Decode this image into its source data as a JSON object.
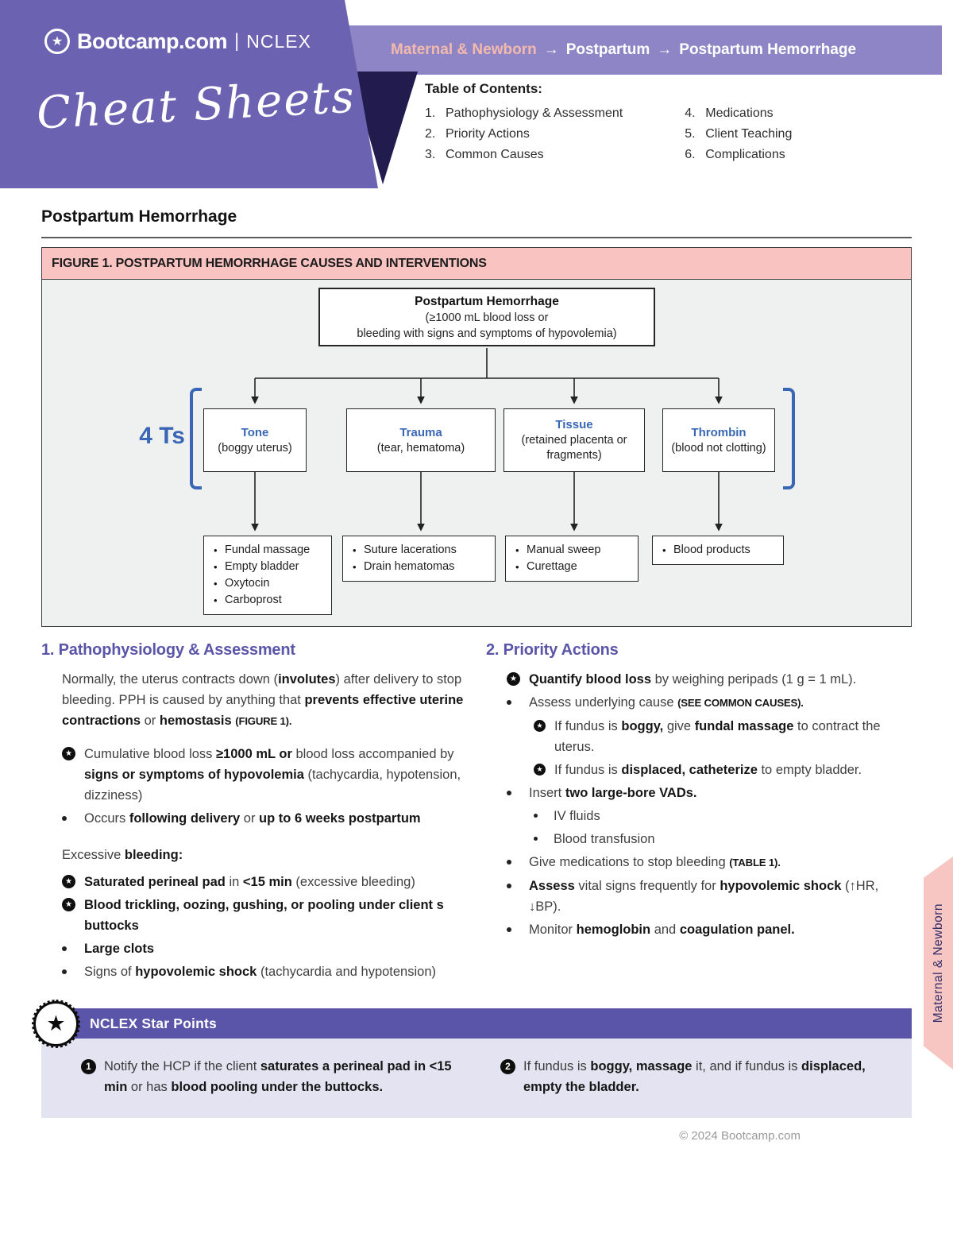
{
  "header": {
    "brand": "Bootcamp.com",
    "brand_divider": "|",
    "brand_suffix": "NCLEX",
    "script_title": "Cheat Sheets",
    "breadcrumb": {
      "root": "Maternal & Newborn",
      "arrow": "→",
      "mid": "Postpartum",
      "leaf": "Postpartum Hemorrhage"
    },
    "toc": {
      "title": "Table of Contents:",
      "col1": [
        {
          "num": "1.",
          "label": "Pathophysiology & Assessment"
        },
        {
          "num": "2.",
          "label": "Priority Actions"
        },
        {
          "num": "3.",
          "label": "Common Causes"
        }
      ],
      "col2": [
        {
          "num": "4.",
          "label": "Medications"
        },
        {
          "num": "5.",
          "label": "Client Teaching"
        },
        {
          "num": "6.",
          "label": "Complications"
        }
      ]
    }
  },
  "page": {
    "title": "Postpartum Hemorrhage"
  },
  "figure": {
    "caption": "FIGURE 1. POSTPARTUM HEMORRHAGE CAUSES AND INTERVENTIONS",
    "root": {
      "title": "Postpartum Hemorrhage",
      "line1": "(≥1000 mL blood loss or",
      "line2": "bleeding with signs and symptoms of hypovolemia)"
    },
    "group_label": "4 Ts",
    "causes": [
      {
        "name": "Tone",
        "desc": "(boggy uterus)",
        "interventions": [
          "Fundal massage",
          "Empty bladder",
          "Oxytocin",
          "Carboprost"
        ]
      },
      {
        "name": "Trauma",
        "desc": "(tear, hematoma)",
        "interventions": [
          "Suture lacerations",
          "Drain hematomas"
        ]
      },
      {
        "name": "Tissue",
        "desc": "(retained placenta or fragments)",
        "interventions": [
          "Manual sweep",
          "Curettage"
        ]
      },
      {
        "name": "Thrombin",
        "desc": "(blood not clotting)",
        "interventions": [
          "Blood products"
        ]
      }
    ]
  },
  "sections": {
    "s1": {
      "heading": "1. Pathophysiology & Assessment",
      "intro": [
        {
          "t": "Normally, the uterus contracts down ("
        },
        {
          "t": "involutes",
          "s": "b"
        },
        {
          "t": ") after delivery to stop bleeding. PPH is caused by anything that "
        },
        {
          "t": "prevents effective uterine contractions",
          "s": "b"
        },
        {
          "t": " or "
        },
        {
          "t": "hemostasis",
          "s": "b"
        },
        {
          "t": " "
        },
        {
          "t": "(FIGURE 1).",
          "s": "caps"
        }
      ],
      "bullets_a": [
        {
          "bullet": "star",
          "segments": [
            {
              "t": "Cumulative blood loss "
            },
            {
              "t": "≥1000 mL or",
              "s": "b"
            },
            {
              "t": " blood loss accompanied by "
            },
            {
              "t": "signs or symptoms of hypovolemia",
              "s": "b"
            },
            {
              "t": " (tachycardia, hypotension, dizziness)"
            }
          ]
        },
        {
          "bullet": "dot",
          "segments": [
            {
              "t": "Occurs "
            },
            {
              "t": "following delivery",
              "s": "b"
            },
            {
              "t": " or "
            },
            {
              "t": "up to 6 weeks postpartum",
              "s": "b"
            }
          ]
        }
      ],
      "subhead": [
        {
          "t": "Excessive "
        },
        {
          "t": "bleeding:",
          "s": "b"
        }
      ],
      "bullets_b": [
        {
          "bullet": "star",
          "segments": [
            {
              "t": "Saturated perineal pad",
              "s": "b"
            },
            {
              "t": " in "
            },
            {
              "t": "<15 min",
              "s": "b"
            },
            {
              "t": " (excessive bleeding)"
            }
          ]
        },
        {
          "bullet": "star",
          "segments": [
            {
              "t": "Blood trickling, oozing, gushing, or pooling under client s buttocks",
              "s": "b"
            }
          ]
        },
        {
          "bullet": "dot",
          "segments": [
            {
              "t": "Large clots",
              "s": "b"
            }
          ]
        },
        {
          "bullet": "dot",
          "segments": [
            {
              "t": "Signs of "
            },
            {
              "t": "hypovolemic shock",
              "s": "b"
            },
            {
              "t": " (tachycardia and hypotension)"
            }
          ]
        }
      ]
    },
    "s2": {
      "heading": "2. Priority Actions",
      "bullets": [
        {
          "bullet": "star",
          "segments": [
            {
              "t": "Quantify blood loss",
              "s": "b"
            },
            {
              "t": " by weighing peripads (1 g = 1 mL)."
            }
          ]
        },
        {
          "bullet": "dot",
          "segments": [
            {
              "t": "Assess underlying cause "
            },
            {
              "t": "(SEE COMMON CAUSES).",
              "s": "caps"
            }
          ],
          "children": [
            {
              "bullet": "star",
              "segments": [
                {
                  "t": "If fundus is "
                },
                {
                  "t": "boggy,",
                  "s": "b"
                },
                {
                  "t": " give "
                },
                {
                  "t": "fundal massage",
                  "s": "b"
                },
                {
                  "t": " to contract the uterus."
                }
              ]
            },
            {
              "bullet": "star",
              "segments": [
                {
                  "t": "If fundus is "
                },
                {
                  "t": "displaced, catheterize",
                  "s": "b"
                },
                {
                  "t": " to empty bladder."
                }
              ]
            }
          ]
        },
        {
          "bullet": "dot",
          "segments": [
            {
              "t": "Insert "
            },
            {
              "t": "two large-bore VADs.",
              "s": "b"
            }
          ],
          "children": [
            {
              "bullet": "dot",
              "segments": [
                {
                  "t": "IV fluids"
                }
              ]
            },
            {
              "bullet": "dot",
              "segments": [
                {
                  "t": "Blood transfusion"
                }
              ]
            }
          ]
        },
        {
          "bullet": "dot",
          "segments": [
            {
              "t": "Give medications to stop bleeding "
            },
            {
              "t": "(TABLE 1).",
              "s": "caps"
            }
          ]
        },
        {
          "bullet": "dot",
          "segments": [
            {
              "t": "Assess",
              "s": "b"
            },
            {
              "t": " vital signs frequently for "
            },
            {
              "t": "hypovolemic shock",
              "s": "b"
            },
            {
              "t": " (↑HR, ↓BP)."
            }
          ]
        },
        {
          "bullet": "dot",
          "segments": [
            {
              "t": "Monitor "
            },
            {
              "t": "hemoglobin",
              "s": "b"
            },
            {
              "t": " and "
            },
            {
              "t": "coagulation panel.",
              "s": "b"
            }
          ]
        }
      ]
    }
  },
  "star_points": {
    "title": "NCLEX Star Points",
    "items": [
      {
        "num": "1",
        "segments": [
          {
            "t": "Notify the HCP if the client "
          },
          {
            "t": "saturates a perineal pad in <15 min",
            "s": "b"
          },
          {
            "t": " or has "
          },
          {
            "t": "blood pooling under the buttocks.",
            "s": "b"
          }
        ]
      },
      {
        "num": "2",
        "segments": [
          {
            "t": "If fundus is "
          },
          {
            "t": "boggy, massage",
            "s": "b"
          },
          {
            "t": " it, and if fundus is "
          },
          {
            "t": "displaced, empty the bladder.",
            "s": "b"
          }
        ]
      }
    ]
  },
  "side_tab": {
    "label": "Maternal & Newborn"
  },
  "footer": {
    "copyright": "© 2024 Bootcamp.com"
  },
  "icons": {
    "brand_badge": "star-badge-icon",
    "list_star": "star-bullet-icon",
    "star_glyph": "★"
  },
  "colors": {
    "banner_purple": "#6b63b1",
    "strip_purple": "#8d85c6",
    "navy": "#221c4e",
    "breadcrumb_pink": "#f3b9ad",
    "figure_header_pink": "#f9c3c2",
    "figure_body_gray": "#eff0f0",
    "flowchart_blue": "#3a67b5",
    "section_heading_purple": "#5a55a8",
    "star_points_bar": "#5a55a8",
    "star_points_body": "#e4e3f1",
    "side_tab_pink": "#f7c6c3"
  }
}
